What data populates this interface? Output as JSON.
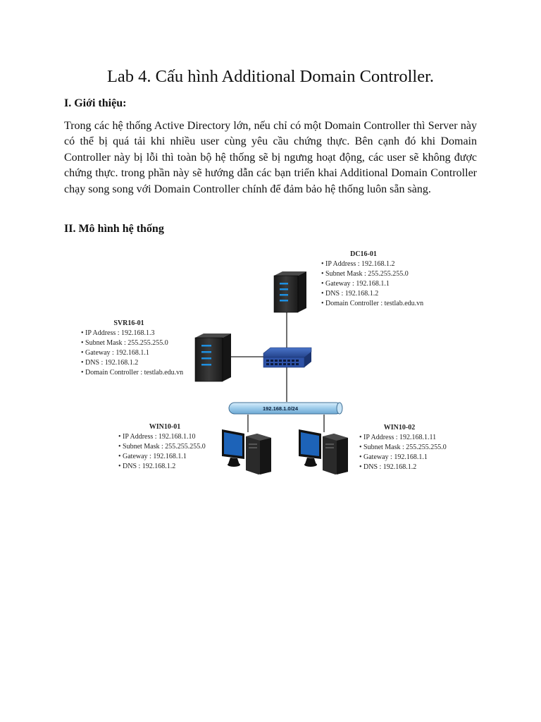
{
  "document": {
    "title": "Lab 4. Cấu hình Additional Domain Controller.",
    "section1_heading": "I. Giới thiệu:",
    "section1_paragraph": "Trong các hệ thống Active Directory lớn, nếu chỉ có một Domain Controller thì Server này có thể bị quá tải khi nhiều user cùng yêu cầu chứng thực. Bên cạnh đó khi Domain Controller này bị lỗi thì toàn bộ hệ thống sẽ bị ngưng hoạt động, các user sẽ không được chứng thực. trong phần này sẽ hướng dẫn các bạn triển khai Additional Domain Controller chạy song song với Domain Controller chính để đảm bảo hệ thống luôn sẵn sàng.",
    "section2_heading": "II. Mô hình hệ thống"
  },
  "diagram": {
    "network_label": "192.168.1.0/24",
    "dc": {
      "name": "DC16-01",
      "rows": [
        "IP Address : 192.168.1.2",
        "Subnet Mask : 255.255.255.0",
        "Gateway : 192.168.1.1",
        "DNS : 192.168.1.2",
        "Domain Controller : testlab.edu.vn"
      ]
    },
    "svr": {
      "name": "SVR16-01",
      "rows": [
        "IP Address : 192.168.1.3",
        "Subnet Mask : 255.255.255.0",
        "Gateway : 192.168.1.1",
        "DNS : 192.168.1.2",
        "Domain Controller : testlab.edu.vn"
      ]
    },
    "win1": {
      "name": "WIN10-01",
      "rows": [
        "IP Address : 192.168.1.10",
        "Subnet Mask : 255.255.255.0",
        "Gateway : 192.168.1.1",
        "DNS : 192.168.1.2"
      ]
    },
    "win2": {
      "name": "WIN10-02",
      "rows": [
        "IP Address : 192.168.1.11",
        "Subnet Mask : 255.255.255.0",
        "Gateway : 192.168.1.1",
        "DNS : 192.168.1.2"
      ]
    },
    "colors": {
      "server": "#2c2c2c",
      "server_led": "#1e8fe0",
      "switch": "#2f53a8",
      "network_bar": "#a9d3ee",
      "monitor_screen": "#1d63b8"
    }
  }
}
